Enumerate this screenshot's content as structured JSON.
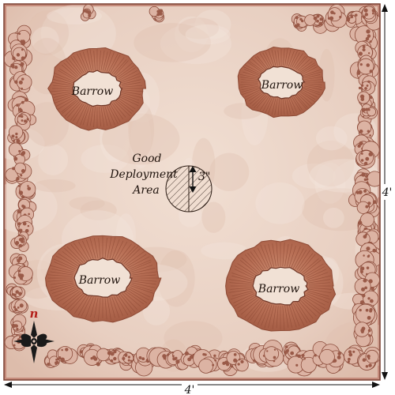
{
  "map": {
    "barrows": [
      {
        "label": "Barrow"
      },
      {
        "label": "Barrow"
      },
      {
        "label": "Barrow"
      },
      {
        "label": "Barrow"
      }
    ],
    "deployment": {
      "line1": "Good",
      "line2": "Deployment",
      "line3": "Area",
      "radius_label": "3\""
    },
    "dimensions": {
      "width_label": "4'",
      "height_label": "4'"
    },
    "compass": {
      "north_label": "n"
    },
    "colors": {
      "parchment": "#ead1c3",
      "border": "#c2887a",
      "barrow": "#b86f55",
      "barrow_dark": "#8e4a35",
      "barrow_center": "#f1e1d5",
      "north_red": "#b3201a"
    }
  }
}
